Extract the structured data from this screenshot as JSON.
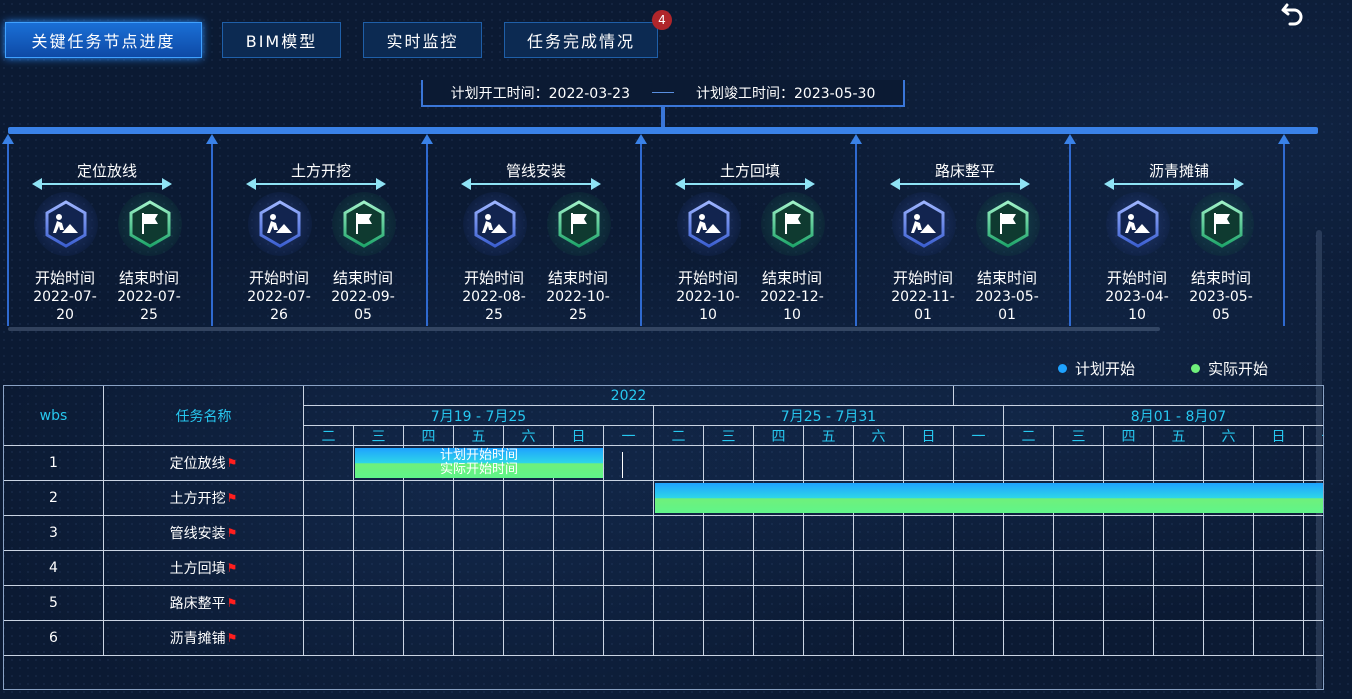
{
  "nav": {
    "tabs": [
      {
        "label": "关键任务节点进度"
      },
      {
        "label": "BIM模型"
      },
      {
        "label": "实时监控"
      },
      {
        "label": "任务完成情况"
      }
    ],
    "badge_count": "4"
  },
  "plan": {
    "start": "计划开工时间：2022-03-23",
    "end": "计划竣工时间：2023-05-30"
  },
  "nodes": [
    {
      "name": "定位放线",
      "start_label": "开始时间",
      "start": "2022-07-20",
      "end_label": "结束时间",
      "end": "2022-07-25"
    },
    {
      "name": "土方开挖",
      "start_label": "开始时间",
      "start": "2022-07-26",
      "end_label": "结束时间",
      "end": "2022-09-05"
    },
    {
      "name": "管线安装",
      "start_label": "开始时间",
      "start": "2022-08-25",
      "end_label": "结束时间",
      "end": "2022-10-25"
    },
    {
      "name": "土方回填",
      "start_label": "开始时间",
      "start": "2022-10-10",
      "end_label": "结束时间",
      "end": "2022-12-10"
    },
    {
      "name": "路床整平",
      "start_label": "开始时间",
      "start": "2022-11-01",
      "end_label": "结束时间",
      "end": "2023-05-01"
    },
    {
      "name": "沥青摊铺",
      "start_label": "开始时间",
      "start": "2023-04-10",
      "end_label": "结束时间",
      "end": "2023-05-05"
    }
  ],
  "legend": {
    "plan": "计划开始",
    "actual": "实际开始",
    "plan_color": "#1ea2ff",
    "actual_color": "#6ff07b"
  },
  "gantt": {
    "col_wbs": "wbs",
    "col_name": "任务名称",
    "year": "2022",
    "weeks": [
      "7月19 - 7月25",
      "7月25 - 7月31",
      "8月01 - 8月07"
    ],
    "days": [
      "二",
      "三",
      "四",
      "五",
      "六",
      "日",
      "一",
      "二",
      "三",
      "四",
      "五",
      "六",
      "日",
      "一",
      "二",
      "三",
      "四",
      "五",
      "六",
      "日",
      "一"
    ],
    "rows": [
      {
        "wbs": "1",
        "name": "定位放线"
      },
      {
        "wbs": "2",
        "name": "土方开挖"
      },
      {
        "wbs": "3",
        "name": "管线安装"
      },
      {
        "wbs": "4",
        "name": "土方回填"
      },
      {
        "wbs": "5",
        "name": "路床整平"
      },
      {
        "wbs": "6",
        "name": "沥青摊铺"
      }
    ],
    "bar_plan_label": "计划开始时间",
    "bar_actual_label": "实际开始时间"
  }
}
